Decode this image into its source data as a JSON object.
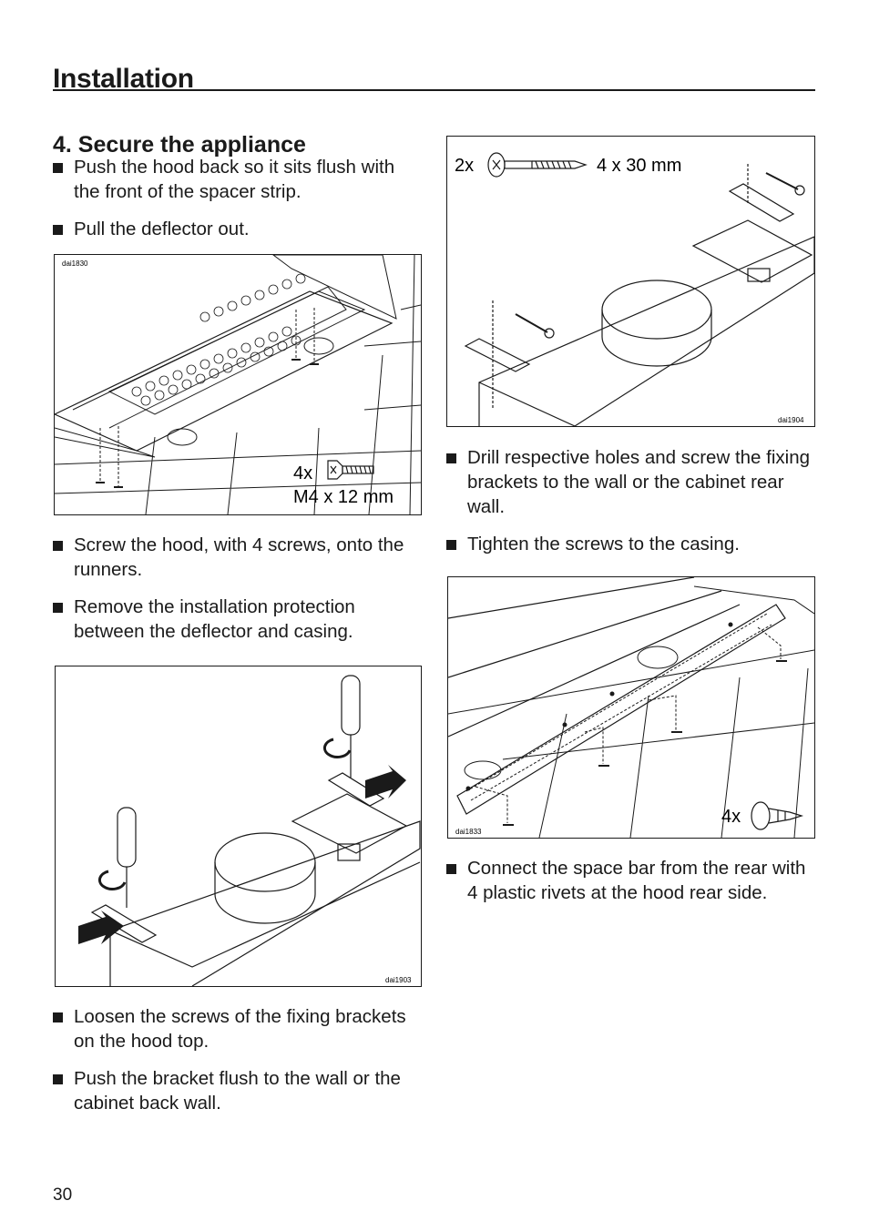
{
  "page": {
    "title": "Installation",
    "section_heading": "4. Secure the appliance",
    "page_number": "30"
  },
  "left_column": {
    "group1": [
      "Push the hood back so it sits flush with the front of the spacer strip.",
      "Pull the deflector out."
    ],
    "figure1": {
      "code": "dai1830",
      "count": "4x",
      "screw_size": "M4 x 12 mm",
      "icon": "countersunk-screw-icon"
    },
    "group2": [
      "Screw the hood, with 4 screws, onto the runners.",
      "Remove the installation protection between the deflector and casing."
    ],
    "figure2": {
      "code": "dai1903",
      "icon": "screwdriver-icon"
    },
    "group3": [
      "Loosen the screws of the fixing brackets on the hood top.",
      "Push the bracket flush to the wall or the cabinet back wall."
    ]
  },
  "right_column": {
    "figure3": {
      "code": "dai1904",
      "count": "2x",
      "screw_size": "4 x 30 mm",
      "icon": "wood-screw-icon"
    },
    "group1": [
      "Drill respective holes and screw the fixing brackets to the wall or the cabinet rear wall.",
      "Tighten the screws to the casing."
    ],
    "figure4": {
      "code": "dai1833",
      "count": "4x",
      "icon": "plastic-rivet-icon"
    },
    "group2": [
      "Connect the space bar from the rear with 4 plastic rivets at the hood rear side."
    ]
  },
  "colors": {
    "text": "#1a1a1a",
    "line": "#1a1a1a",
    "background": "#ffffff"
  }
}
